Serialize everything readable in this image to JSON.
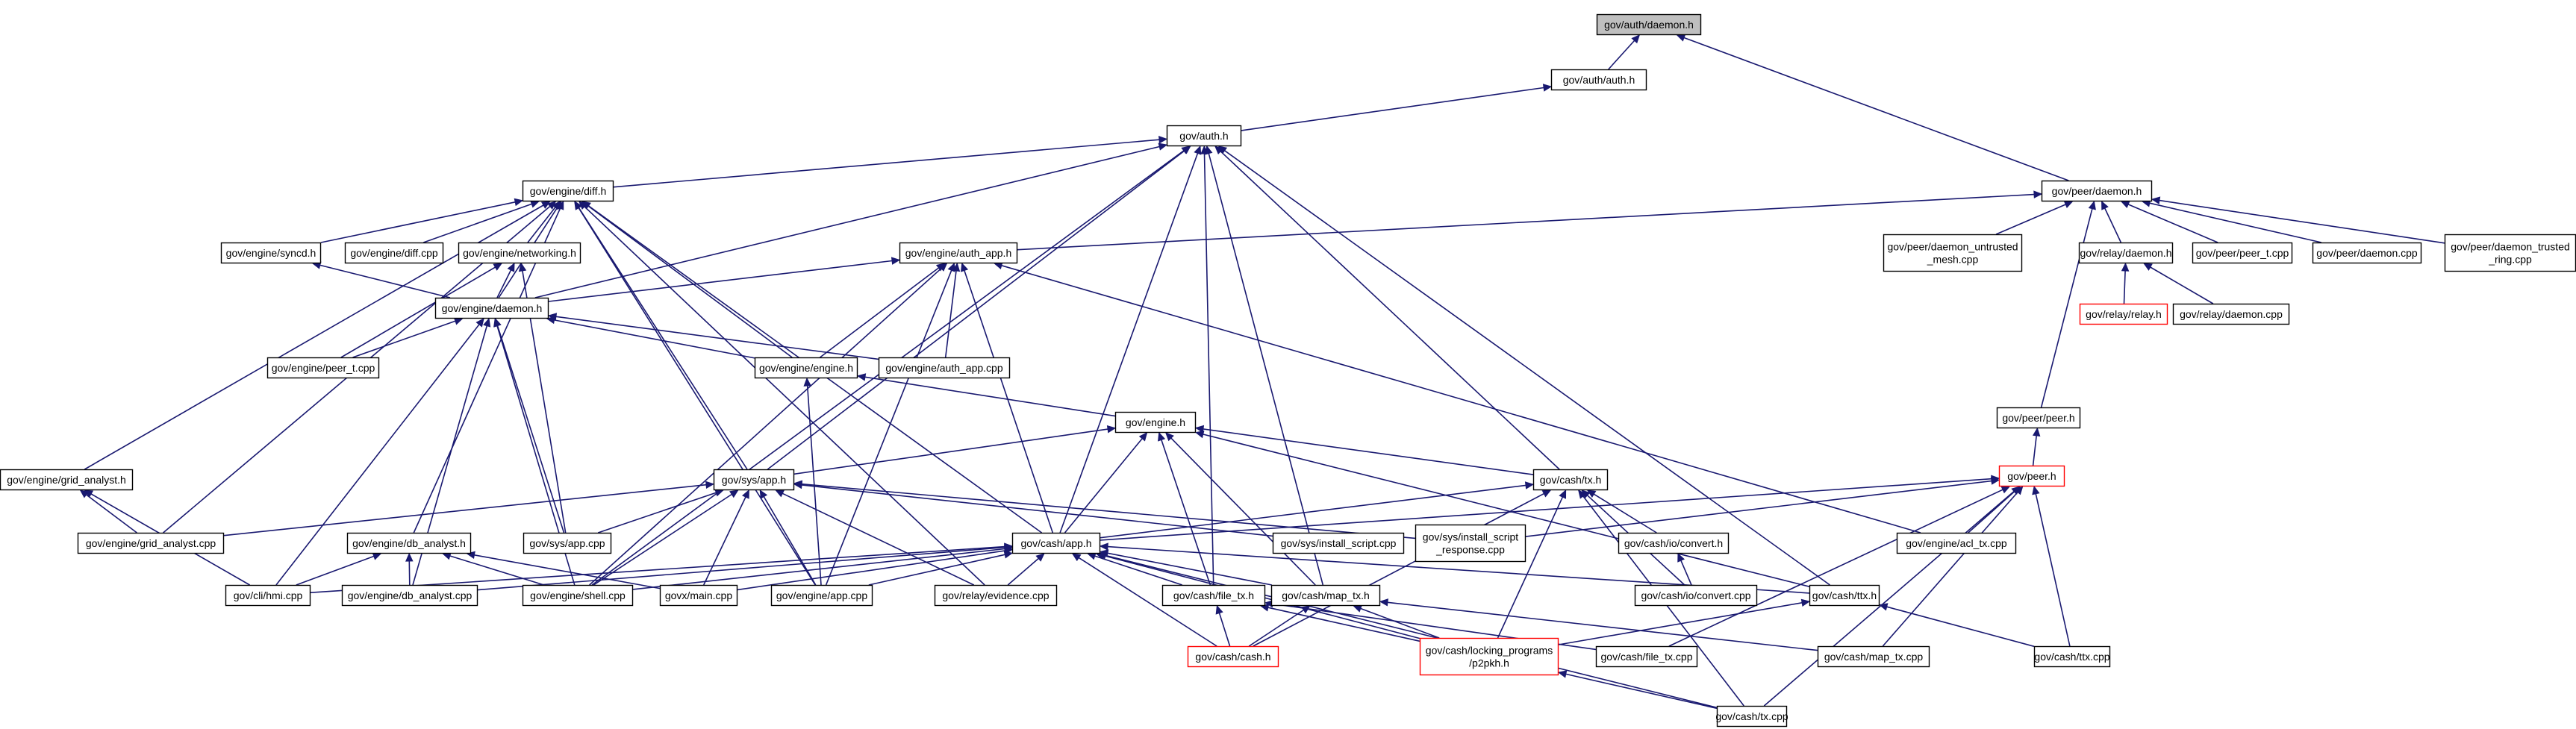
{
  "graph": {
    "edge_color": "#191970",
    "root_fill": "#bfbfbf",
    "truncated_border": "#ff0000",
    "nodes": [
      {
        "id": "daemon_h",
        "lines": [
          "gov/auth/daemon.h"
        ],
        "kind": "root"
      },
      {
        "id": "auth_auth_h",
        "lines": [
          "gov/auth/auth.h"
        ]
      },
      {
        "id": "auth_h",
        "lines": [
          "gov/auth.h"
        ]
      },
      {
        "id": "peer_daemon_h",
        "lines": [
          "gov/peer/daemon.h"
        ]
      },
      {
        "id": "diff_h",
        "lines": [
          "gov/engine/diff.h"
        ]
      },
      {
        "id": "syncd_h",
        "lines": [
          "gov/engine/syncd.h"
        ]
      },
      {
        "id": "diff_cpp",
        "lines": [
          "gov/engine/diff.cpp"
        ]
      },
      {
        "id": "networking_h",
        "lines": [
          "gov/engine/networking.h"
        ]
      },
      {
        "id": "auth_app_h",
        "lines": [
          "gov/engine/auth_app.h"
        ]
      },
      {
        "id": "engine_daemon_h",
        "lines": [
          "gov/engine/daemon.h"
        ]
      },
      {
        "id": "peer_t_cpp",
        "lines": [
          "gov/engine/peer_t.cpp"
        ]
      },
      {
        "id": "engine_engine_h",
        "lines": [
          "gov/engine/engine.h"
        ]
      },
      {
        "id": "auth_app_cpp",
        "lines": [
          "gov/engine/auth_app.cpp"
        ]
      },
      {
        "id": "engine_h",
        "lines": [
          "gov/engine.h"
        ]
      },
      {
        "id": "grid_analyst_h",
        "lines": [
          "gov/engine/grid_analyst.h"
        ]
      },
      {
        "id": "sys_app_h",
        "lines": [
          "gov/sys/app.h"
        ]
      },
      {
        "id": "cash_tx_h",
        "lines": [
          "gov/cash/tx.h"
        ]
      },
      {
        "id": "grid_analyst_cpp",
        "lines": [
          "gov/engine/grid_analyst.cpp"
        ]
      },
      {
        "id": "db_analyst_h",
        "lines": [
          "gov/engine/db_analyst.h"
        ]
      },
      {
        "id": "sys_app_cpp",
        "lines": [
          "gov/sys/app.cpp"
        ]
      },
      {
        "id": "cash_app_h",
        "lines": [
          "gov/cash/app.h"
        ]
      },
      {
        "id": "install_script_cpp",
        "lines": [
          "gov/sys/install_script.cpp"
        ]
      },
      {
        "id": "install_script_response_cpp",
        "lines": [
          "gov/sys/install_script",
          "_response.cpp"
        ]
      },
      {
        "id": "io_convert_h",
        "lines": [
          "gov/cash/io/convert.h"
        ]
      },
      {
        "id": "cli_hmi_cpp",
        "lines": [
          "gov/cli/hmi.cpp"
        ]
      },
      {
        "id": "db_analyst_cpp",
        "lines": [
          "gov/engine/db_analyst.cpp"
        ]
      },
      {
        "id": "shell_cpp",
        "lines": [
          "gov/engine/shell.cpp"
        ]
      },
      {
        "id": "govx_main_cpp",
        "lines": [
          "govx/main.cpp"
        ]
      },
      {
        "id": "engine_app_cpp",
        "lines": [
          "gov/engine/app.cpp"
        ]
      },
      {
        "id": "evidence_cpp",
        "lines": [
          "gov/relay/evidence.cpp"
        ]
      },
      {
        "id": "file_tx_h",
        "lines": [
          "gov/cash/file_tx.h"
        ]
      },
      {
        "id": "map_tx_h",
        "lines": [
          "gov/cash/map_tx.h"
        ]
      },
      {
        "id": "io_convert_cpp",
        "lines": [
          "gov/cash/io/convert.cpp"
        ]
      },
      {
        "id": "ttx_h",
        "lines": [
          "gov/cash/ttx.h"
        ]
      },
      {
        "id": "cash_cash_h",
        "lines": [
          "gov/cash/cash.h"
        ],
        "kind": "truncated"
      },
      {
        "id": "p2pkh_h",
        "lines": [
          "gov/cash/locking_programs",
          "/p2pkh.h"
        ],
        "kind": "truncated"
      },
      {
        "id": "file_tx_cpp",
        "lines": [
          "gov/cash/file_tx.cpp"
        ]
      },
      {
        "id": "map_tx_cpp",
        "lines": [
          "gov/cash/map_tx.cpp"
        ]
      },
      {
        "id": "ttx_cpp",
        "lines": [
          "gov/cash/ttx.cpp"
        ]
      },
      {
        "id": "tx_cpp",
        "lines": [
          "gov/cash/tx.cpp"
        ]
      },
      {
        "id": "daemon_untrusted_cpp",
        "lines": [
          "gov/peer/daemon_untrusted",
          "_mesh.cpp"
        ]
      },
      {
        "id": "relay_daemon_h",
        "lines": [
          "gov/relay/daemon.h"
        ]
      },
      {
        "id": "peer_peer_t_cpp",
        "lines": [
          "gov/peer/peer_t.cpp"
        ]
      },
      {
        "id": "peer_daemon_cpp",
        "lines": [
          "gov/peer/daemon.cpp"
        ]
      },
      {
        "id": "daemon_trusted_cpp",
        "lines": [
          "gov/peer/daemon_trusted",
          "_ring.cpp"
        ]
      },
      {
        "id": "relay_relay_h",
        "lines": [
          "gov/relay/relay.h"
        ],
        "kind": "truncated"
      },
      {
        "id": "relay_daemon_cpp",
        "lines": [
          "gov/relay/daemon.cpp"
        ]
      },
      {
        "id": "peer_peer_h",
        "lines": [
          "gov/peer/peer.h"
        ]
      },
      {
        "id": "peer_h",
        "lines": [
          "gov/peer.h"
        ],
        "kind": "truncated"
      },
      {
        "id": "acl_tx_cpp",
        "lines": [
          "gov/engine/acl_tx.cpp"
        ]
      }
    ],
    "edges": [
      [
        "daemon_h",
        "auth_auth_h"
      ],
      [
        "daemon_h",
        "peer_daemon_h"
      ],
      [
        "auth_auth_h",
        "auth_h"
      ],
      [
        "auth_h",
        "diff_h"
      ],
      [
        "auth_h",
        "engine_daemon_h"
      ],
      [
        "auth_h",
        "sys_app_h"
      ],
      [
        "auth_h",
        "cash_app_h"
      ],
      [
        "auth_h",
        "file_tx_h"
      ],
      [
        "auth_h",
        "map_tx_h"
      ],
      [
        "auth_h",
        "cash_tx_h"
      ],
      [
        "auth_h",
        "ttx_h"
      ],
      [
        "auth_h",
        "shell_cpp"
      ],
      [
        "peer_daemon_h",
        "auth_app_h"
      ],
      [
        "peer_daemon_h",
        "daemon_untrusted_cpp"
      ],
      [
        "peer_daemon_h",
        "relay_daemon_h"
      ],
      [
        "peer_daemon_h",
        "peer_peer_t_cpp"
      ],
      [
        "peer_daemon_h",
        "peer_daemon_cpp"
      ],
      [
        "peer_daemon_h",
        "daemon_trusted_cpp"
      ],
      [
        "peer_daemon_h",
        "peer_peer_h"
      ],
      [
        "diff_h",
        "syncd_h"
      ],
      [
        "diff_h",
        "diff_cpp"
      ],
      [
        "diff_h",
        "networking_h"
      ],
      [
        "diff_h",
        "engine_daemon_h"
      ],
      [
        "diff_h",
        "engine_engine_h"
      ],
      [
        "diff_h",
        "sys_app_h"
      ],
      [
        "diff_h",
        "grid_analyst_h"
      ],
      [
        "diff_h",
        "grid_analyst_cpp"
      ],
      [
        "diff_h",
        "db_analyst_h"
      ],
      [
        "diff_h",
        "engine_app_cpp"
      ],
      [
        "diff_h",
        "cash_app_h"
      ],
      [
        "diff_h",
        "evidence_cpp"
      ],
      [
        "syncd_h",
        "engine_daemon_h"
      ],
      [
        "networking_h",
        "engine_daemon_h"
      ],
      [
        "networking_h",
        "peer_t_cpp"
      ],
      [
        "networking_h",
        "sys_app_cpp"
      ],
      [
        "auth_app_h",
        "engine_daemon_h"
      ],
      [
        "auth_app_h",
        "engine_engine_h"
      ],
      [
        "auth_app_h",
        "auth_app_cpp"
      ],
      [
        "auth_app_h",
        "cash_app_h"
      ],
      [
        "auth_app_h",
        "acl_tx_cpp"
      ],
      [
        "auth_app_h",
        "engine_app_cpp"
      ],
      [
        "auth_app_h",
        "shell_cpp"
      ],
      [
        "engine_daemon_h",
        "peer_t_cpp"
      ],
      [
        "engine_daemon_h",
        "engine_engine_h"
      ],
      [
        "engine_daemon_h",
        "auth_app_cpp"
      ],
      [
        "engine_daemon_h",
        "sys_app_cpp"
      ],
      [
        "engine_daemon_h",
        "shell_cpp"
      ],
      [
        "engine_daemon_h",
        "cli_hmi_cpp"
      ],
      [
        "engine_daemon_h",
        "db_analyst_cpp"
      ],
      [
        "engine_engine_h",
        "engine_h"
      ],
      [
        "engine_engine_h",
        "engine_app_cpp"
      ],
      [
        "engine_h",
        "sys_app_h"
      ],
      [
        "engine_h",
        "cash_app_h"
      ],
      [
        "engine_h",
        "cash_tx_h"
      ],
      [
        "engine_h",
        "file_tx_h"
      ],
      [
        "engine_h",
        "map_tx_h"
      ],
      [
        "engine_h",
        "ttx_h"
      ],
      [
        "grid_analyst_h",
        "grid_analyst_cpp"
      ],
      [
        "grid_analyst_h",
        "cli_hmi_cpp"
      ],
      [
        "sys_app_h",
        "grid_analyst_cpp"
      ],
      [
        "sys_app_h",
        "sys_app_cpp"
      ],
      [
        "sys_app_h",
        "install_script_cpp"
      ],
      [
        "sys_app_h",
        "install_script_response_cpp"
      ],
      [
        "sys_app_h",
        "shell_cpp"
      ],
      [
        "sys_app_h",
        "engine_app_cpp"
      ],
      [
        "sys_app_h",
        "evidence_cpp"
      ],
      [
        "sys_app_h",
        "govx_main_cpp"
      ],
      [
        "cash_tx_h",
        "cash_app_h"
      ],
      [
        "cash_tx_h",
        "io_convert_h"
      ],
      [
        "cash_tx_h",
        "io_convert_cpp"
      ],
      [
        "cash_tx_h",
        "cash_cash_h"
      ],
      [
        "cash_tx_h",
        "p2pkh_h"
      ],
      [
        "cash_tx_h",
        "tx_cpp"
      ],
      [
        "db_analyst_h",
        "cli_hmi_cpp"
      ],
      [
        "db_analyst_h",
        "db_analyst_cpp"
      ],
      [
        "db_analyst_h",
        "shell_cpp"
      ],
      [
        "db_analyst_h",
        "govx_main_cpp"
      ],
      [
        "cash_app_h",
        "cli_hmi_cpp"
      ],
      [
        "cash_app_h",
        "db_analyst_cpp"
      ],
      [
        "cash_app_h",
        "shell_cpp"
      ],
      [
        "cash_app_h",
        "govx_main_cpp"
      ],
      [
        "cash_app_h",
        "engine_app_cpp"
      ],
      [
        "cash_app_h",
        "evidence_cpp"
      ],
      [
        "cash_app_h",
        "file_tx_h"
      ],
      [
        "cash_app_h",
        "map_tx_h"
      ],
      [
        "cash_app_h",
        "ttx_h"
      ],
      [
        "cash_app_h",
        "cash_cash_h"
      ],
      [
        "cash_app_h",
        "p2pkh_h"
      ],
      [
        "cash_app_h",
        "tx_cpp"
      ],
      [
        "io_convert_h",
        "io_convert_cpp"
      ],
      [
        "file_tx_h",
        "cash_cash_h"
      ],
      [
        "file_tx_h",
        "p2pkh_h"
      ],
      [
        "file_tx_h",
        "file_tx_cpp"
      ],
      [
        "map_tx_h",
        "cash_cash_h"
      ],
      [
        "map_tx_h",
        "p2pkh_h"
      ],
      [
        "map_tx_h",
        "map_tx_cpp"
      ],
      [
        "ttx_h",
        "p2pkh_h"
      ],
      [
        "ttx_h",
        "ttx_cpp"
      ],
      [
        "p2pkh_h",
        "tx_cpp"
      ],
      [
        "relay_daemon_h",
        "relay_relay_h"
      ],
      [
        "relay_daemon_h",
        "relay_daemon_cpp"
      ],
      [
        "peer_peer_h",
        "peer_h"
      ],
      [
        "peer_h",
        "acl_tx_cpp"
      ],
      [
        "peer_h",
        "install_script_response_cpp"
      ],
      [
        "peer_h",
        "cash_app_h"
      ],
      [
        "peer_h",
        "ttx_cpp"
      ],
      [
        "peer_h",
        "map_tx_cpp"
      ],
      [
        "peer_h",
        "file_tx_cpp"
      ],
      [
        "peer_h",
        "tx_cpp"
      ]
    ]
  }
}
